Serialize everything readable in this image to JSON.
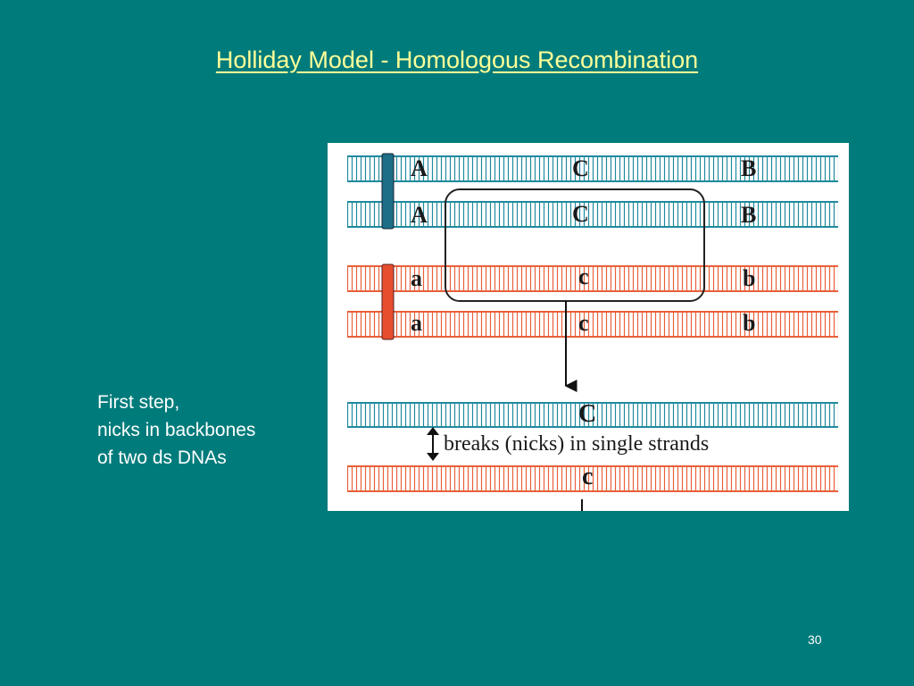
{
  "slide": {
    "title": "Holliday Model - Homologous Recombination",
    "caption": [
      "First step,",
      "nicks in backbones",
      "of two ds DNAs"
    ],
    "page_number": "30"
  },
  "figure": {
    "colors": {
      "blue_strand": "#1f8a9e",
      "red_strand": "#e8603a",
      "blue_bar": "#1e6e87",
      "red_bar": "#e64e2e",
      "outline": "#222222"
    },
    "top_labels": {
      "blue_top": [
        "A",
        "C",
        "B"
      ],
      "blue_bottom": [
        "A",
        "C",
        "B"
      ],
      "red_top": [
        "a",
        "c",
        "b"
      ],
      "red_bottom": [
        "a",
        "c",
        "b"
      ]
    },
    "bottom_labels": {
      "blue": "C",
      "red": "c"
    },
    "nick_label": "breaks (nicks) in single strands"
  }
}
